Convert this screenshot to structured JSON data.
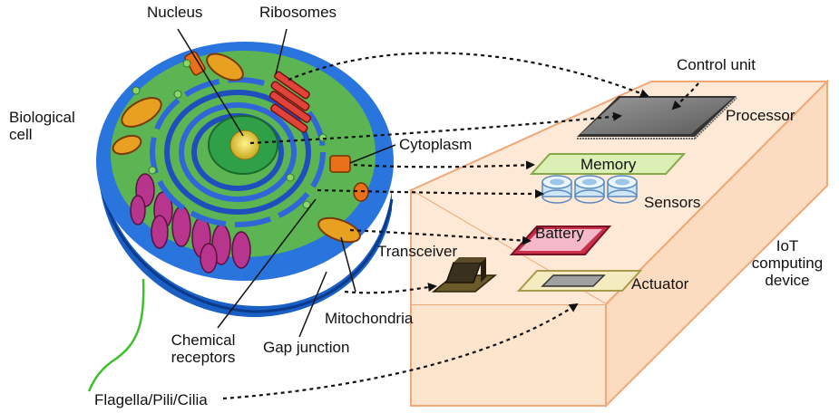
{
  "cell": {
    "title": "Biological cell",
    "labels": {
      "nucleus": "Nucleus",
      "ribosomes": "Ribosomes",
      "cytoplasm": "Cytoplasm",
      "mitochondria": "Mitochondria",
      "chemical_receptors": "Chemical receptors",
      "gap_junction": "Gap junction",
      "flagella": "Flagella/Pili/Cilia"
    }
  },
  "device": {
    "title": "IoT computing device",
    "labels": {
      "control_unit": "Control unit",
      "processor": "Processor",
      "memory": "Memory",
      "sensors": "Sensors",
      "battery": "Battery",
      "transceiver": "Transceiver",
      "actuator": "Actuator"
    }
  },
  "colors": {
    "membrane_blue": "#1f6fd6",
    "cytoplasm_green": "#4ea84a",
    "er_blue": "#2a5cc8",
    "nucleus_yellow": "#e8d640",
    "organelle_orange": "#e8701a",
    "vesicle_magenta": "#b0308a",
    "box_peach": "#fde6d2",
    "box_edge": "#f0a878",
    "memory_green": "#d8ecb0",
    "battery_red": "#c8304a",
    "flagella_green": "#3cbf2a"
  }
}
